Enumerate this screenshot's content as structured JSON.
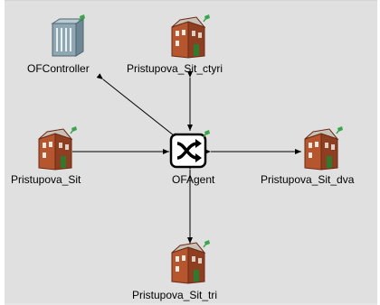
{
  "colors": {
    "canvas_background": "#e0e0e0",
    "link_color": "#000000",
    "building_wall": "#b5562f",
    "building_side": "#8e3f22",
    "roof": "#c9c0b8",
    "door": "#2f7a2f",
    "controller_body": "#8fa7b3",
    "plug_green": "#3aa54a",
    "switch_icon_bg": "#ffffff"
  },
  "nodes": {
    "controller": {
      "label": "OFController",
      "icon": "controller-server-icon"
    },
    "agent": {
      "label": "OFAgent",
      "icon": "openflow-switch-icon"
    },
    "ctyri": {
      "label": "Pristupova_Sit_ctyri",
      "icon": "building-icon"
    },
    "sit": {
      "label": "Pristupova_Sit",
      "icon": "building-icon"
    },
    "dva": {
      "label": "Pristupova_Sit_dva",
      "icon": "building-icon"
    },
    "tri": {
      "label": "Pristupova_Sit_tri",
      "icon": "building-icon"
    }
  }
}
